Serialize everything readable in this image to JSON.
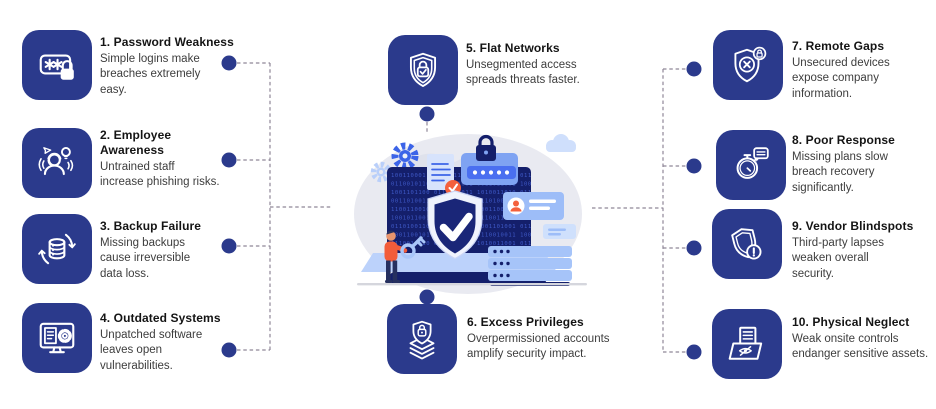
{
  "palette": {
    "tile": "#2b3a8c",
    "dot": "#2b3a8c",
    "dash": "#8f8798",
    "title_color": "#141414",
    "desc_color": "#3d3d3d",
    "illustration_colors": {
      "navy": "#141f6b",
      "blue": "#3c64e8",
      "light_blue": "#a9c6f8",
      "pale_blue": "#d7e3fc",
      "orange": "#f4603c",
      "blob_gray": "#e9eaf1"
    }
  },
  "items": [
    {
      "id": 1,
      "icon": "password-lock-icon",
      "title": "1. Password Weakness",
      "desc": "Simple logins make\nbreaches extremely\neasy."
    },
    {
      "id": 2,
      "icon": "employee-awareness-icon",
      "title": "2. Employee\nAwareness",
      "desc": "Untrained staff\nincrease phishing risks."
    },
    {
      "id": 3,
      "icon": "backup-refresh-icon",
      "title": "3. Backup Failure",
      "desc": "Missing backups\ncause irreversible\ndata loss."
    },
    {
      "id": 4,
      "icon": "outdated-system-icon",
      "title": "4. Outdated Systems",
      "desc": "Unpatched software\nleaves open\nvulnerabilities."
    },
    {
      "id": 5,
      "icon": "shield-lock-check-icon",
      "title": "5. Flat Networks",
      "desc": "Unsegmented access\nspreads threats faster."
    },
    {
      "id": 6,
      "icon": "layered-shield-lock-icon",
      "title": "6. Excess Privileges",
      "desc": "Overpermissioned accounts\namplify security impact."
    },
    {
      "id": 7,
      "icon": "shield-x-lock-icon",
      "title": "7. Remote Gaps",
      "desc": "Unsecured devices\nexpose company\ninformation."
    },
    {
      "id": 8,
      "icon": "stopwatch-chat-icon",
      "title": "8. Poor Response",
      "desc": "Missing plans slow\nbreach recovery\nsignificantly."
    },
    {
      "id": 9,
      "icon": "shield-alert-icon",
      "title": "9. Vendor Blindspots",
      "desc": "Third-party lapses\nweaken overall\nsecurity."
    },
    {
      "id": 10,
      "icon": "folder-document-eye-icon",
      "title": "10. Physical Neglect",
      "desc": "Weak onsite controls\nendanger sensitive assets."
    }
  ],
  "illustration": {
    "name": "secured-computer-with-shield",
    "password_dots": 5,
    "binary_rows": [
      "1001100011 0110011010 1100100110 0110",
      "0110010110 1001101001 0011011001 1001",
      "1001101100 0110010011 1010011010 0110",
      "0011010011 1001100110 0110100101 1010",
      "1100110010 0101101001 1001100110 0101",
      "1001011001 1010011001 0110011010 1001",
      "0110100110 0110010110 1001101001 0110",
      "1001100101 1001101010 0110010011 1001",
      "0110011010 0110100110 1010011001 0110"
    ]
  }
}
